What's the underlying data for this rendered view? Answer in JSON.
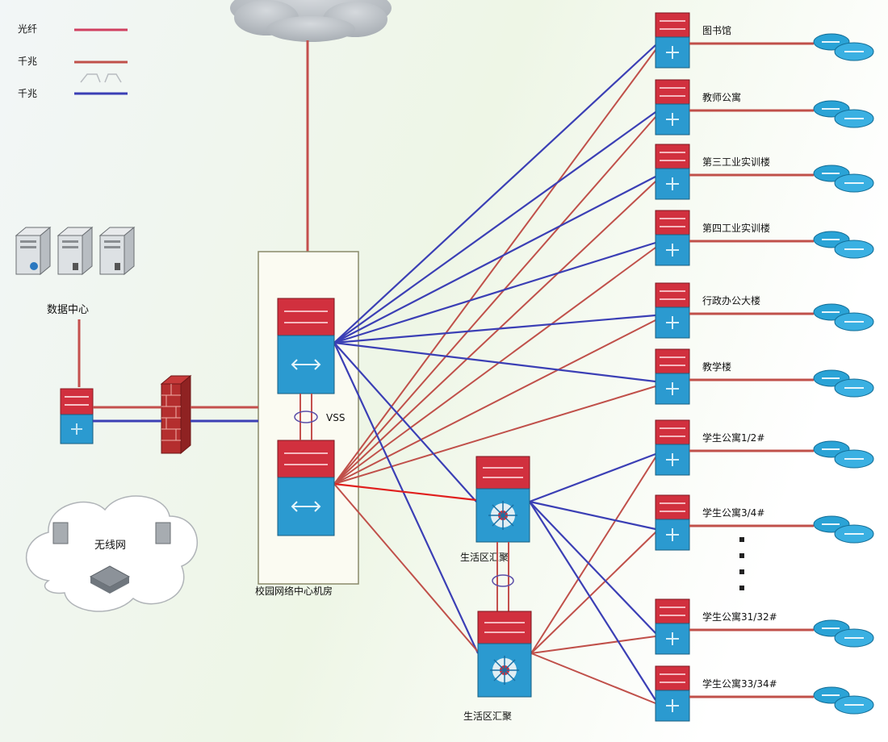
{
  "legend": {
    "items": [
      {
        "label": "光纤",
        "color": "#d04060"
      },
      {
        "label": "千兆",
        "color": "#c0504a"
      },
      {
        "label": "千兆",
        "color": "#3b3fb5"
      }
    ]
  },
  "labels": {
    "data_center": "数据中心",
    "wireless": "无线网",
    "core": "校园网络中心机房",
    "vss": "VSS",
    "dist_1": "生活区汇聚",
    "dist_2": "生活区汇聚"
  },
  "buildings": [
    "图书馆",
    "教师公寓",
    "第三工业实训楼",
    "第四工业实训楼",
    "行政办公大楼",
    "教学楼",
    "学生公寓1/2#",
    "学生公寓3/4#",
    "学生公寓31/32#",
    "学生公寓33/34#"
  ],
  "colors": {
    "red_link": "#c0504a",
    "blue_link": "#3b3fb5",
    "bright_red": "#e0201e",
    "device_red": "#d1303e",
    "device_blue": "#2b9ad0",
    "cloud_gray": "#b9bec4"
  }
}
